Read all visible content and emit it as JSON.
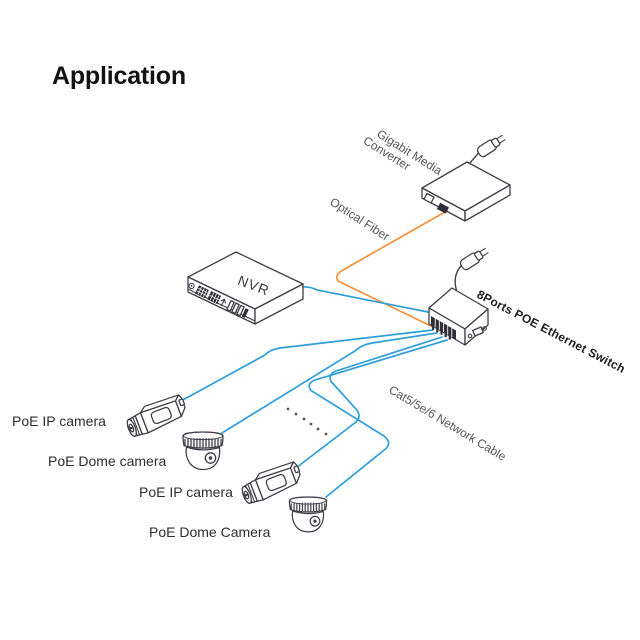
{
  "title": "Application",
  "diagram": {
    "labels": {
      "media_converter_line1": "Gigabit Media",
      "media_converter_line2": "Converter",
      "optical_fiber": "Optical Fiber",
      "nvr": "NVR",
      "poe_switch": "8Ports POE Ethernet Switch",
      "network_cable": "Cat5/5e/6 Network Cable",
      "camera_1": "PoE IP camera",
      "camera_2": "PoE Dome camera",
      "camera_3": "PoE IP camera",
      "camera_4": "PoE Dome Camera"
    },
    "colors": {
      "optical_fiber": "#f6913c",
      "network_cable": "#2f9fdb",
      "outline": "#3f3f48"
    }
  }
}
